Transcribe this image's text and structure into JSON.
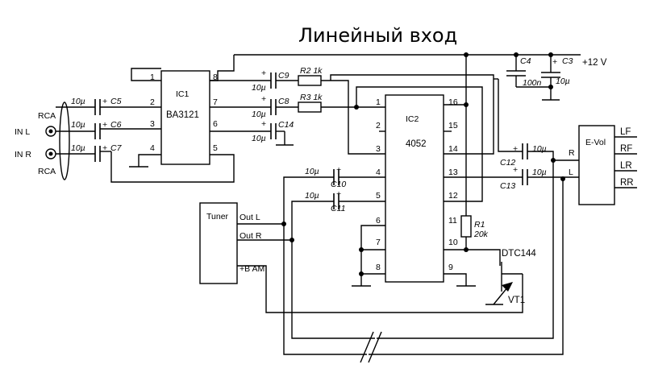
{
  "title": "Линейный вход",
  "supply": "+12 V",
  "ic1": {
    "ref": "IC1",
    "part": "BA3121",
    "pins": [
      "1",
      "2",
      "3",
      "4",
      "5",
      "6",
      "7",
      "8"
    ]
  },
  "ic2": {
    "ref": "IC2",
    "part": "4052",
    "pins": [
      "1",
      "2",
      "3",
      "4",
      "5",
      "6",
      "7",
      "8",
      "9",
      "10",
      "11",
      "12",
      "13",
      "14",
      "15",
      "16"
    ]
  },
  "evol": {
    "name": "E-Vol",
    "in_r": "R",
    "in_l": "L",
    "outs": [
      "LF",
      "RF",
      "LR",
      "RR"
    ]
  },
  "tuner": {
    "name": "Tuner",
    "out_l": "Out L",
    "out_r": "Out R",
    "b_am": "+B  AM"
  },
  "inputs": {
    "in_l": "IN L",
    "in_r": "IN R",
    "rca_top": "RCA",
    "rca_bottom": "RCA"
  },
  "caps": {
    "c5": "C5",
    "c6": "C6",
    "c7": "C7",
    "c9": "C9",
    "c8": "C8",
    "c14": "C14",
    "c10": "C10",
    "c11": "C11",
    "c12": "C12",
    "c13": "C13",
    "c4": "C4",
    "c3": "C3",
    "u10": "10µ",
    "n100": "100n",
    "plus": "+"
  },
  "resistors": {
    "r2": "R2 1k",
    "r3": "R3 1k",
    "r1": "R1",
    "r1_val": "20k"
  },
  "transistor": {
    "part": "DTC144",
    "ref": "VT1"
  }
}
